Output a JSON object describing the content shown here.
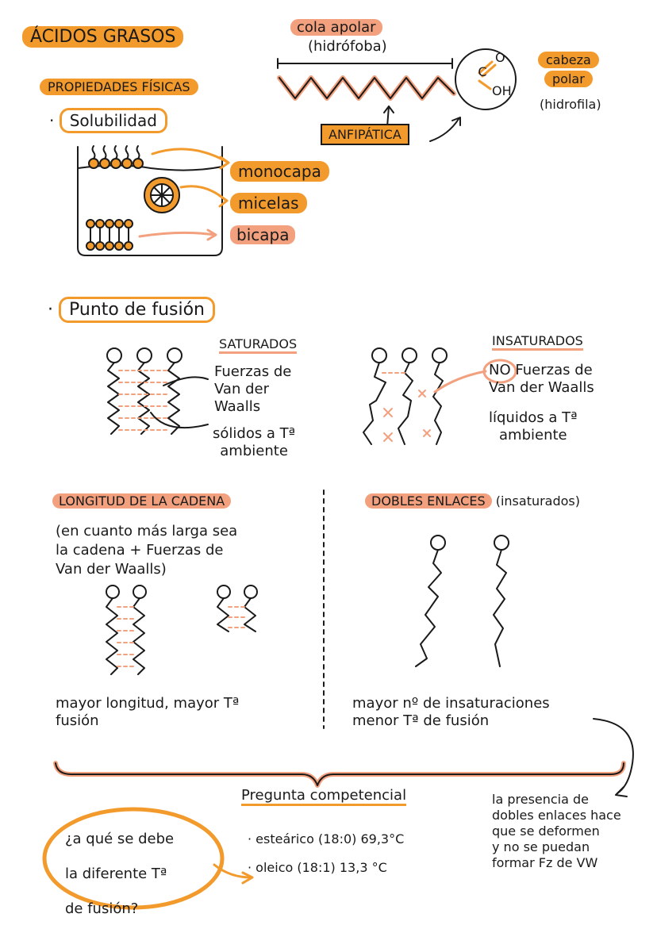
{
  "title": "ÁCIDOS GRASOS",
  "fatty_acid": {
    "tail_label": "cola apolar",
    "tail_sub": "(hidrófoba)",
    "head_label_1": "cabeza",
    "head_label_2": "polar",
    "head_sub": "(hidrofila)",
    "amphipathic": "ANFIPÁTICA",
    "carboxyl_o": "O",
    "carboxyl_oh": "OH",
    "carboxyl_c": "C"
  },
  "physical_properties": {
    "heading": "PROPIEDADES FÍSICAS",
    "solubility": "Solubilidad",
    "monolayer": "monocapa",
    "micelles": "micelas",
    "bilayer": "bicapa"
  },
  "melting_point": {
    "heading": "Punto de fusión",
    "saturated": {
      "title": "SATURADOS",
      "line1": "Fuerzas de",
      "line2": "Van der",
      "line3": "Waalls",
      "state1": "sólidos a Tª",
      "state2": "ambiente"
    },
    "unsaturated": {
      "title": "INSATURADOS",
      "no": "NO",
      "line1": "Fuerzas de",
      "line2": "Van der Waalls",
      "state1": "líquidos a Tª",
      "state2": "ambiente"
    }
  },
  "chain_length": {
    "heading": "LONGITUD DE LA CADENA",
    "note1": "(en cuanto más larga sea",
    "note2": "la cadena + Fuerzas de",
    "note3": "Van der Waalls)",
    "conclusion1": "mayor longitud, mayor Tª",
    "conclusion2": "fusión"
  },
  "double_bonds": {
    "heading": "DOBLES ENLACES",
    "heading_sub": "(insaturados)",
    "conclusion1": "mayor nº de insaturaciones",
    "conclusion2": "menor Tª de fusión"
  },
  "question": {
    "heading": "Pregunta competencial",
    "q1": "¿a qué se debe",
    "q2": "la diferente Tª",
    "q3": "de fusión?",
    "item1": "· esteárico (18:0) 69,3°C",
    "item2": "· oleico (18:1) 13,3 °C",
    "answer1": "la presencia de",
    "answer2": "dobles enlaces hace",
    "answer3": "que se deformen",
    "answer4": "y no se puedan",
    "answer5": "formar Fz de VW"
  }
}
